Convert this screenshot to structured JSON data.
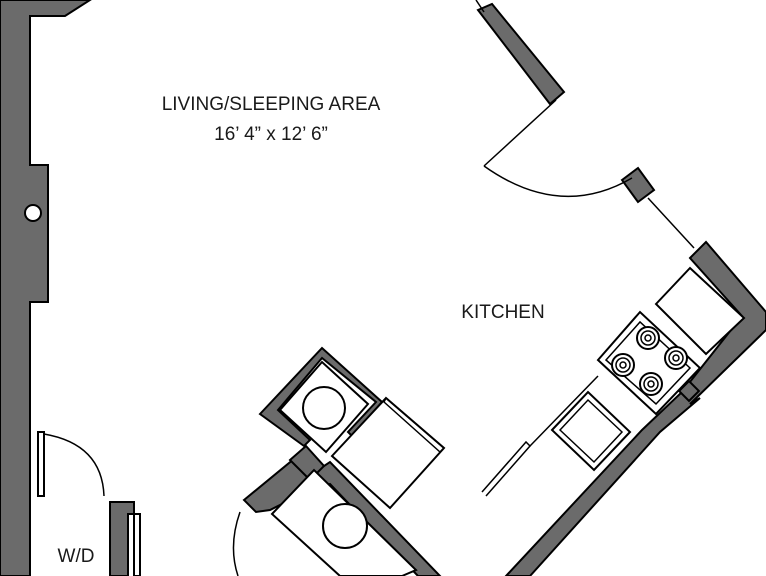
{
  "rooms": {
    "living": {
      "name": "LIVING/SLEEPING AREA",
      "dimensions": "16’ 4” x 12’ 6”"
    },
    "kitchen": {
      "name": "KITCHEN"
    },
    "laundry": {
      "name": "W/D"
    }
  },
  "colors": {
    "wall": "#6b6b6b",
    "line": "#000000",
    "background": "#ffffff",
    "text": "#1a1a1a"
  },
  "fixtures": {
    "stove_burners": 4
  }
}
